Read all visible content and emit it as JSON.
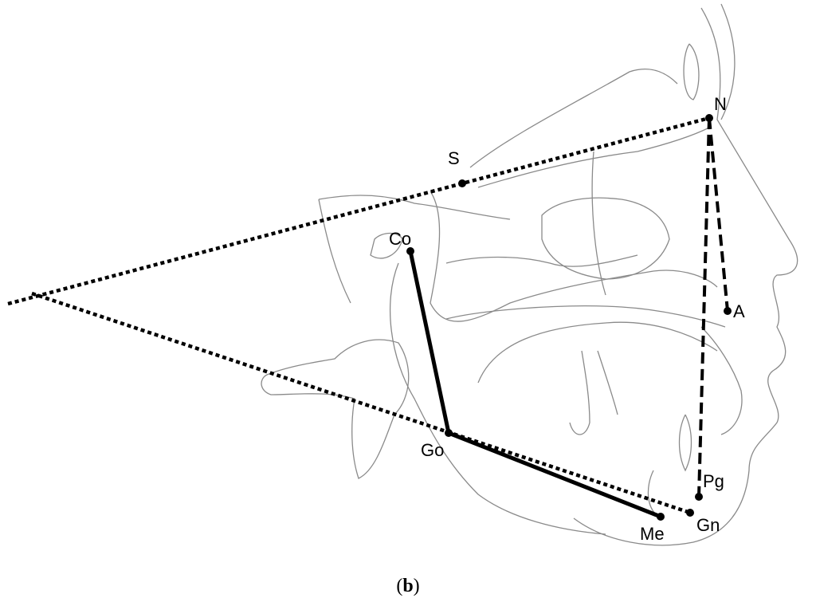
{
  "caption": {
    "open": "(",
    "letter": "b",
    "close": ")"
  },
  "landmarks": {
    "N": "N",
    "S": "S",
    "Co": "Co",
    "Go": "Go",
    "Me": "Me",
    "Gn": "Gn",
    "Pg": "Pg",
    "A": "A"
  },
  "colors": {
    "lines": "#000000",
    "contours": "#8a8a8a"
  }
}
